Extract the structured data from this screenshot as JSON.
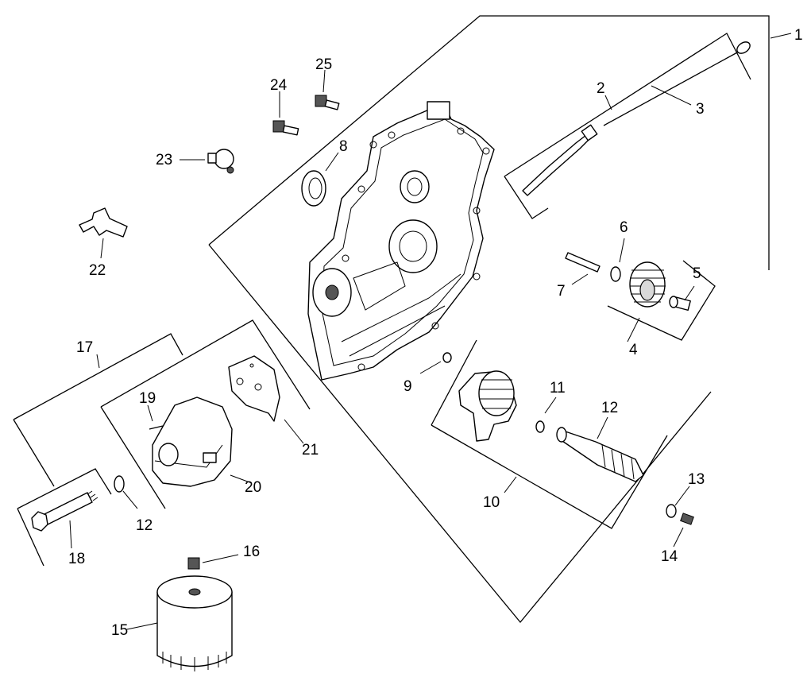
{
  "callouts": {
    "n1": "1",
    "n2": "2",
    "n3": "3",
    "n4": "4",
    "n5": "5",
    "n6": "6",
    "n7": "7",
    "n8": "8",
    "n9": "9",
    "n10": "10",
    "n11": "11",
    "n12a": "12",
    "n12b": "12",
    "n13": "13",
    "n14": "14",
    "n15": "15",
    "n16": "16",
    "n17": "17",
    "n18": "18",
    "n19": "19",
    "n20": "20",
    "n21": "21",
    "n22": "22",
    "n23": "23",
    "n24": "24",
    "n25": "25"
  }
}
